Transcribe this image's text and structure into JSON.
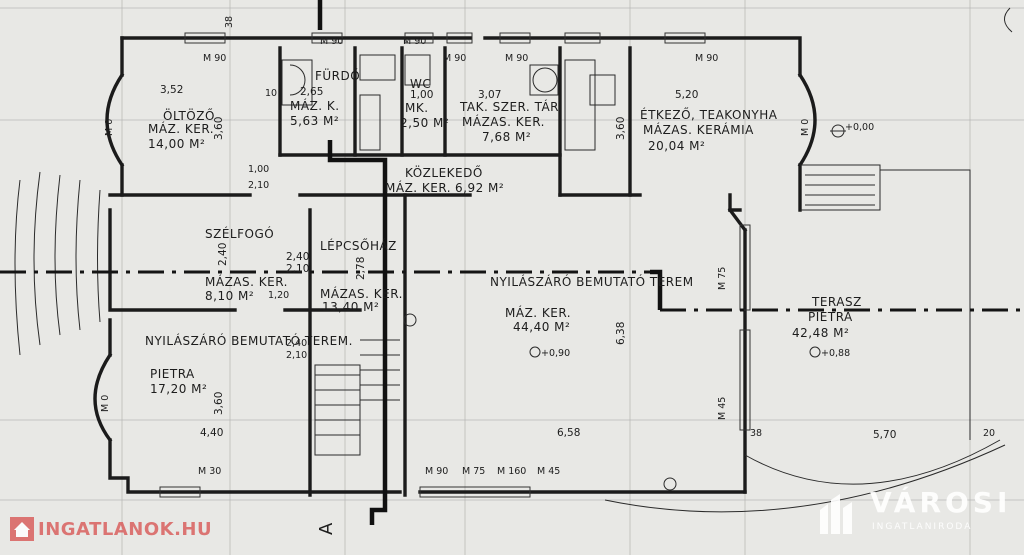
{
  "rooms": {
    "oltozo": {
      "name": "ÖLTÖZŐ",
      "floor": "MÁZ. KER.",
      "area": "14,00 M²",
      "dims": [
        "3,52",
        "3,60"
      ]
    },
    "furdo": {
      "name": "FÜRDŐ",
      "floor": "MÁZ. K.",
      "area": "5,63 M²",
      "dims": [
        "2,65"
      ]
    },
    "wc": {
      "name": "WC",
      "floor": "MK.",
      "area": "2,50 M²",
      "dims": [
        "1,00"
      ]
    },
    "takszer": {
      "name": "TAK. SZER. TÁR",
      "floor": "MÁZAS. KER.",
      "area": "7,68 M²",
      "dims": [
        "3,07"
      ]
    },
    "etkezo": {
      "name": "ÉTKEZŐ, TEAKONYHA",
      "floor": "MÁZAS. KERÁMIA",
      "area": "20,04 M²",
      "dims": [
        "5,20",
        "3,60"
      ]
    },
    "kozlekedo": {
      "name": "KÖZLEKEDŐ",
      "floor": "MÁZ. KER.",
      "area": "6,92 M²"
    },
    "szelfogo": {
      "name": "SZÉLFOGÓ",
      "floor": "MÁZAS. KER.",
      "area": "8,10 M²",
      "dims": [
        "2,40"
      ]
    },
    "lepcsohaz": {
      "name": "LÉPCSŐHÁZ",
      "floor": "MÁZAS. KER.",
      "area": "13,40 M²",
      "dims": [
        "2,40",
        "2,10",
        "2,78"
      ]
    },
    "bemutato_nagy": {
      "name": "NYILÁSZÁRÓ BEMUTATÓ TEREM",
      "floor": "MÁZ. KER.",
      "area": "44,40 M²",
      "dims": [
        "6,58",
        "6,38"
      ]
    },
    "bemutato_kicsi": {
      "name": "NYILÁSZÁRÓ BEMUTATÓ TEREM.",
      "floor": "PIETRA",
      "area": "17,20 M²",
      "dims": [
        "4,40",
        "3,60"
      ]
    },
    "terasz": {
      "name": "TERASZ",
      "floor": "PIETRA",
      "area": "42,48 M²",
      "dims": [
        "5,70"
      ]
    }
  },
  "levels": {
    "main": "+0,90",
    "terrace": "+0,88",
    "entry": "+0,00"
  },
  "window_tags": [
    "M 90",
    "M 90",
    "M 90",
    "M 90",
    "M 90",
    "M 90",
    "M 0",
    "M 0",
    "M 0",
    "M 30",
    "M 45",
    "M 75",
    "M 90",
    "M 75",
    "M 160",
    "M 45"
  ],
  "misc_dims": [
    "38",
    "10",
    "1,00",
    "2,10",
    "1,20",
    "2,40",
    "2,10",
    "20",
    "38"
  ],
  "section_mark": "A",
  "watermarks": {
    "left": "INGATLANOK.HU",
    "right_title": "VÁROSI",
    "right_sub": "INGATLANIRODA"
  }
}
